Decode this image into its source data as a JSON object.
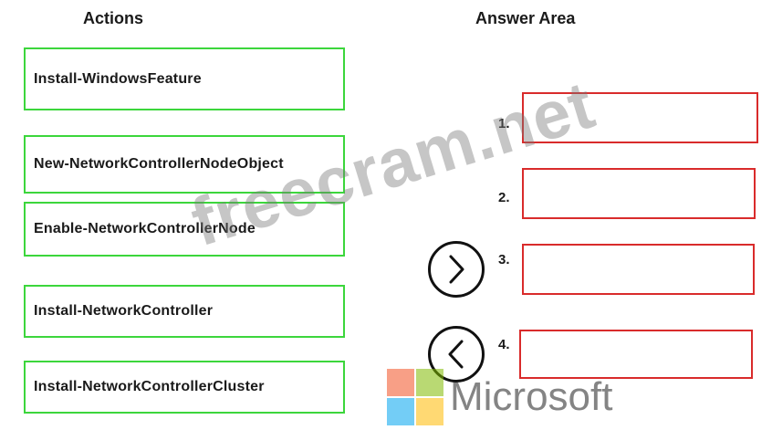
{
  "headings": {
    "actions": "Actions",
    "answer_area": "Answer Area"
  },
  "actions": [
    "Install-WindowsFeature",
    "New-NetworkControllerNodeObject",
    "Enable-NetworkControllerNode",
    "Install-NetworkController",
    "Install-NetworkControllerCluster"
  ],
  "slots": [
    "1.",
    "2.",
    "3.",
    "4."
  ],
  "nav": {
    "move_right": "move-right-icon",
    "move_left": "move-left-icon"
  },
  "watermark": {
    "text": "freecram.net"
  },
  "brand": {
    "text": "Microsoft"
  },
  "colors": {
    "action_border": "#3cd63c",
    "slot_border": "#d92b2b",
    "logo_red": "#f25022",
    "logo_green": "#7fba00",
    "logo_blue": "#00a4ef",
    "logo_yellow": "#ffb900"
  }
}
